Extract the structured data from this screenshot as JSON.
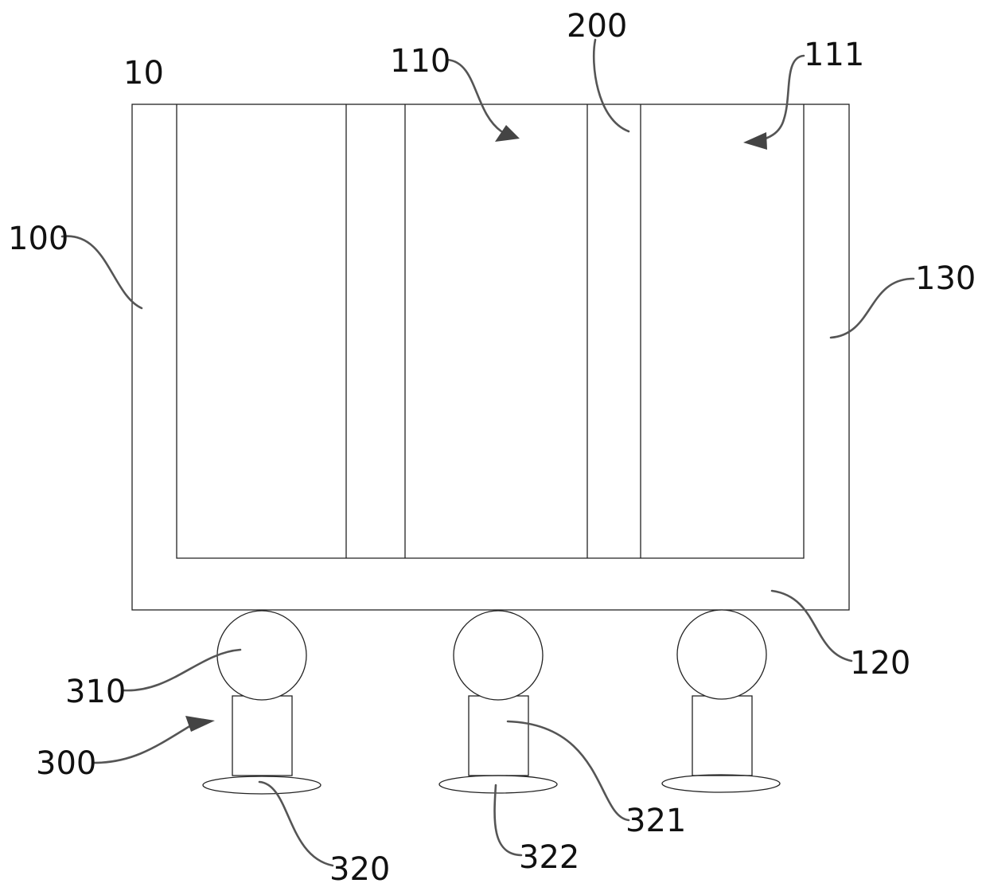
{
  "labels": {
    "device": "10",
    "frame": "100",
    "cavity": "110",
    "cavity_inner": "111",
    "bottom_wall": "120",
    "side_wall": "130",
    "partition": "200",
    "support": "300",
    "ball": "310",
    "foot": "320",
    "column": "321",
    "base_plate": "322"
  }
}
